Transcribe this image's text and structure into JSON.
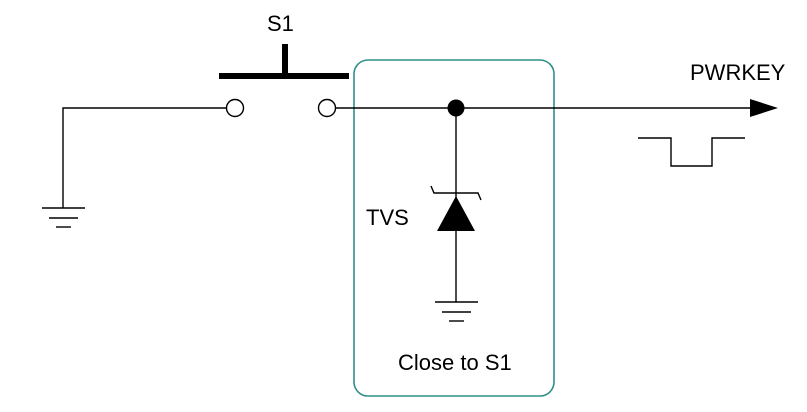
{
  "diagram": {
    "labels": {
      "switch": "S1",
      "output": "PWRKEY",
      "diode": "TVS",
      "placement_note": "Close to S1"
    },
    "components": {
      "switch": {
        "kind": "push-button",
        "reference": "S1"
      },
      "diode": {
        "kind": "tvs-diode",
        "reference": "TVS"
      },
      "signal": {
        "kind": "active-low-pulse",
        "net": "PWRKEY"
      }
    },
    "colors": {
      "wire": "#000000",
      "placement_box": "#2f8f8a",
      "background": "#ffffff"
    }
  }
}
